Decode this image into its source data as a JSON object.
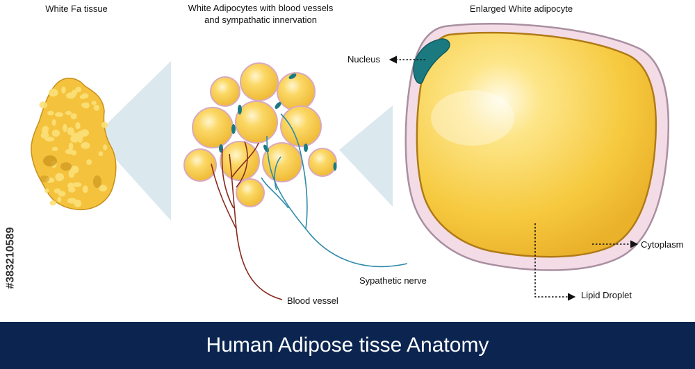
{
  "panels": {
    "tissue_heading": "White Fa tissue",
    "cluster_heading_line1": "White Adipocytes with blood vessels",
    "cluster_heading_line2": "and sympathatic innervation",
    "cell_heading": "Enlarged White adipocyte"
  },
  "labels": {
    "nucleus": "Nucleus",
    "cytoplasm": "Cytoplasm",
    "lipid_droplet": "Lipid Droplet",
    "sympathetic_nerve": "Sypathetic nerve",
    "blood_vessel": "Blood vessel"
  },
  "footer": {
    "title": "Human Adipose tisse Anatomy"
  },
  "side_id": "#383210589",
  "colors": {
    "footer_bg": "#0b2550",
    "fat_yellow": "#f4c23c",
    "fat_dark": "#d9a013",
    "membrane_pink": "#f3dce6",
    "membrane_edge": "#a98fa0",
    "droplet_edge": "#b07a17",
    "nucleus_teal": "#1b7a80",
    "blood_vessel": "#8a2a20",
    "nerve": "#2e8aa8",
    "zoom_cone": "#dbe9ee"
  }
}
